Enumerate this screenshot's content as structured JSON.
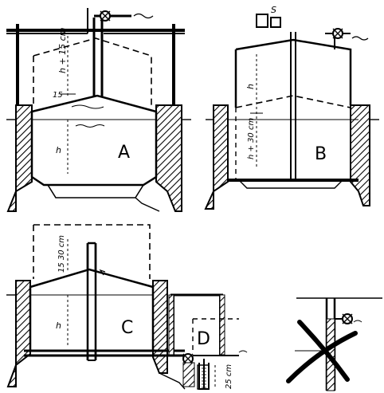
{
  "panels": {
    "a": {
      "label": "A",
      "dim_top": "h + 15 cm",
      "dim_h": "h",
      "dim_15": "15"
    },
    "b": {
      "label": "B",
      "dim_top": "h",
      "dim_bottom": "h + 30 cm",
      "mark_top": "S"
    },
    "c": {
      "label": "C",
      "dim_top": "15 30 cm",
      "dim_h": "h"
    },
    "d": {
      "label": "D",
      "dim_bottom": "25 cm"
    }
  },
  "colors": {
    "ink": "#000000",
    "paper": "#ffffff"
  }
}
